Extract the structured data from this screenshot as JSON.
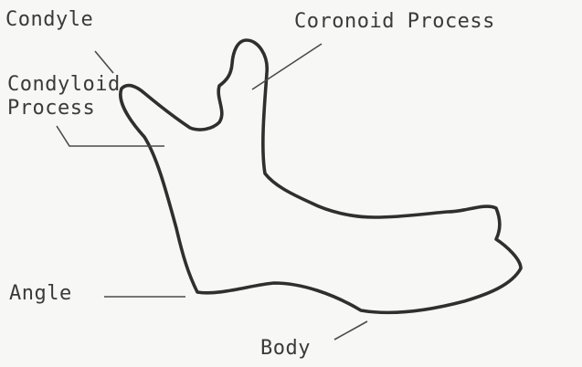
{
  "labels": {
    "condyle": "Condyle",
    "coronoid_process": "Coronoid Process",
    "condyloid_line1": "Condyloid",
    "condyloid_line2": "Process",
    "angle": "Angle",
    "body": "Body"
  },
  "colors": {
    "background": "#f7f7f5",
    "outline": "#2f2f2f",
    "leader": "#4a4a4a",
    "text": "#3a3a3a"
  }
}
